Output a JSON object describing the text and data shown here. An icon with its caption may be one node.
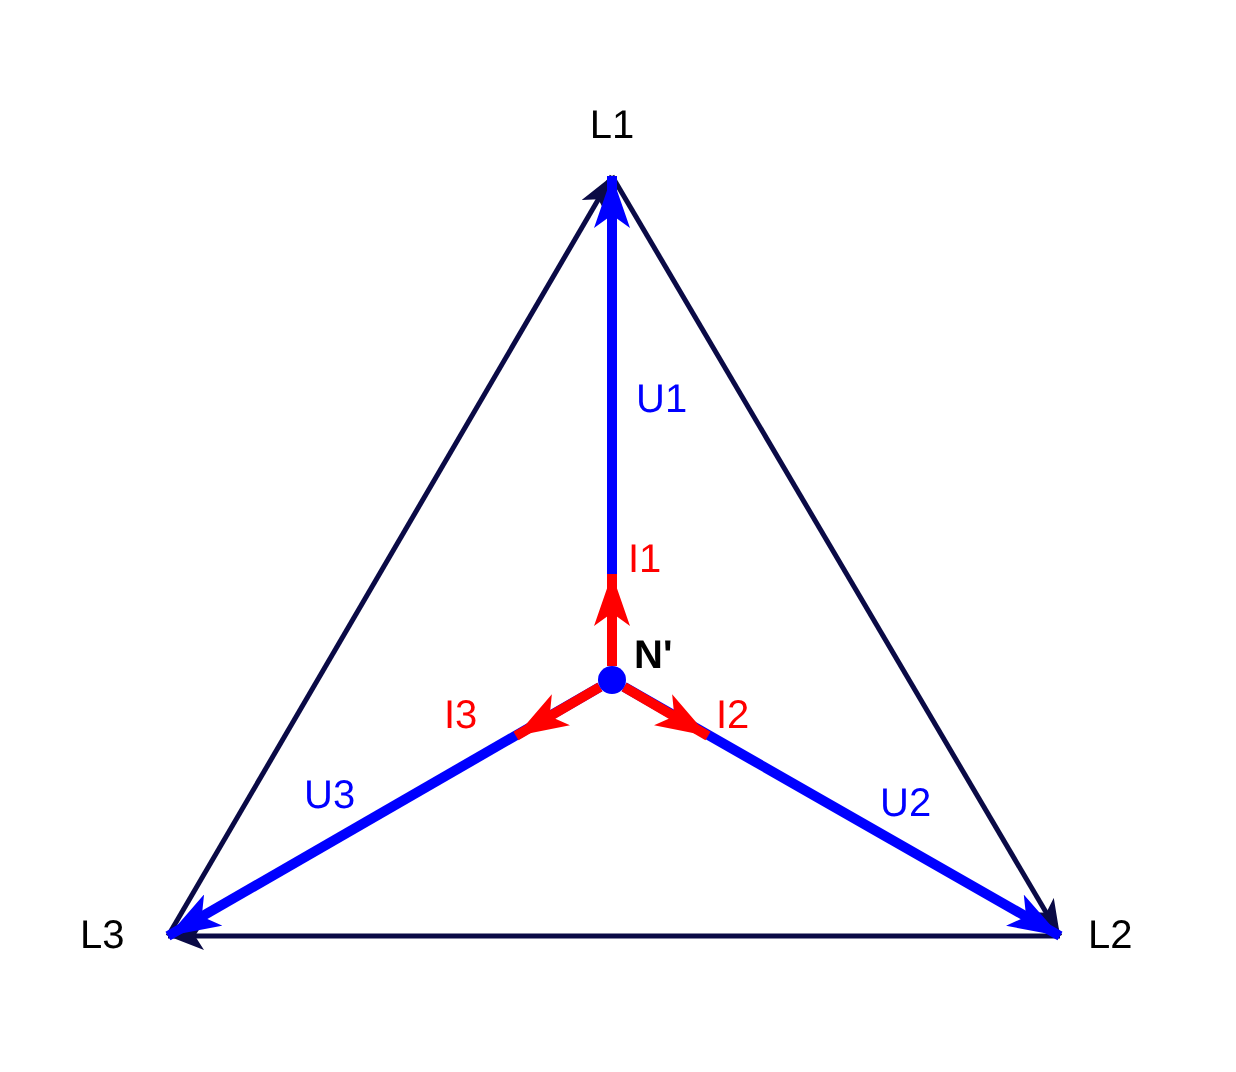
{
  "diagram": {
    "nodes": [
      {
        "text": [
          "L1"
        ]
      },
      {
        "text": [
          "L2"
        ]
      },
      {
        "text": [
          "L3"
        ]
      },
      {
        "text": [],
        "shape": "circle",
        "beside": [
          "N'"
        ]
      }
    ],
    "edges": [
      {
        "from": 2,
        "to": 0,
        "arrow": "to"
      },
      {
        "from": 0,
        "to": 1,
        "arrow": "to"
      },
      {
        "from": 1,
        "to": 2,
        "arrow": "to"
      },
      {
        "from": 3,
        "to": 0,
        "arrow": "to",
        "label": "U1",
        "color": "#0000ff"
      },
      {
        "from": 3,
        "to": 1,
        "arrow": "to",
        "label": "U2",
        "color": "#0000ff"
      },
      {
        "from": 3,
        "to": 2,
        "arrow": "to",
        "label": "U3",
        "color": "#0000ff"
      },
      {
        "from": 3,
        "to": null,
        "arrow": "to",
        "label": "I1",
        "color": "#ff0000"
      },
      {
        "from": 3,
        "to": null,
        "arrow": "to",
        "label": "I2",
        "color": "#ff0000"
      },
      {
        "from": 3,
        "to": null,
        "arrow": "to",
        "label": "I3",
        "color": "#ff0000"
      }
    ]
  }
}
